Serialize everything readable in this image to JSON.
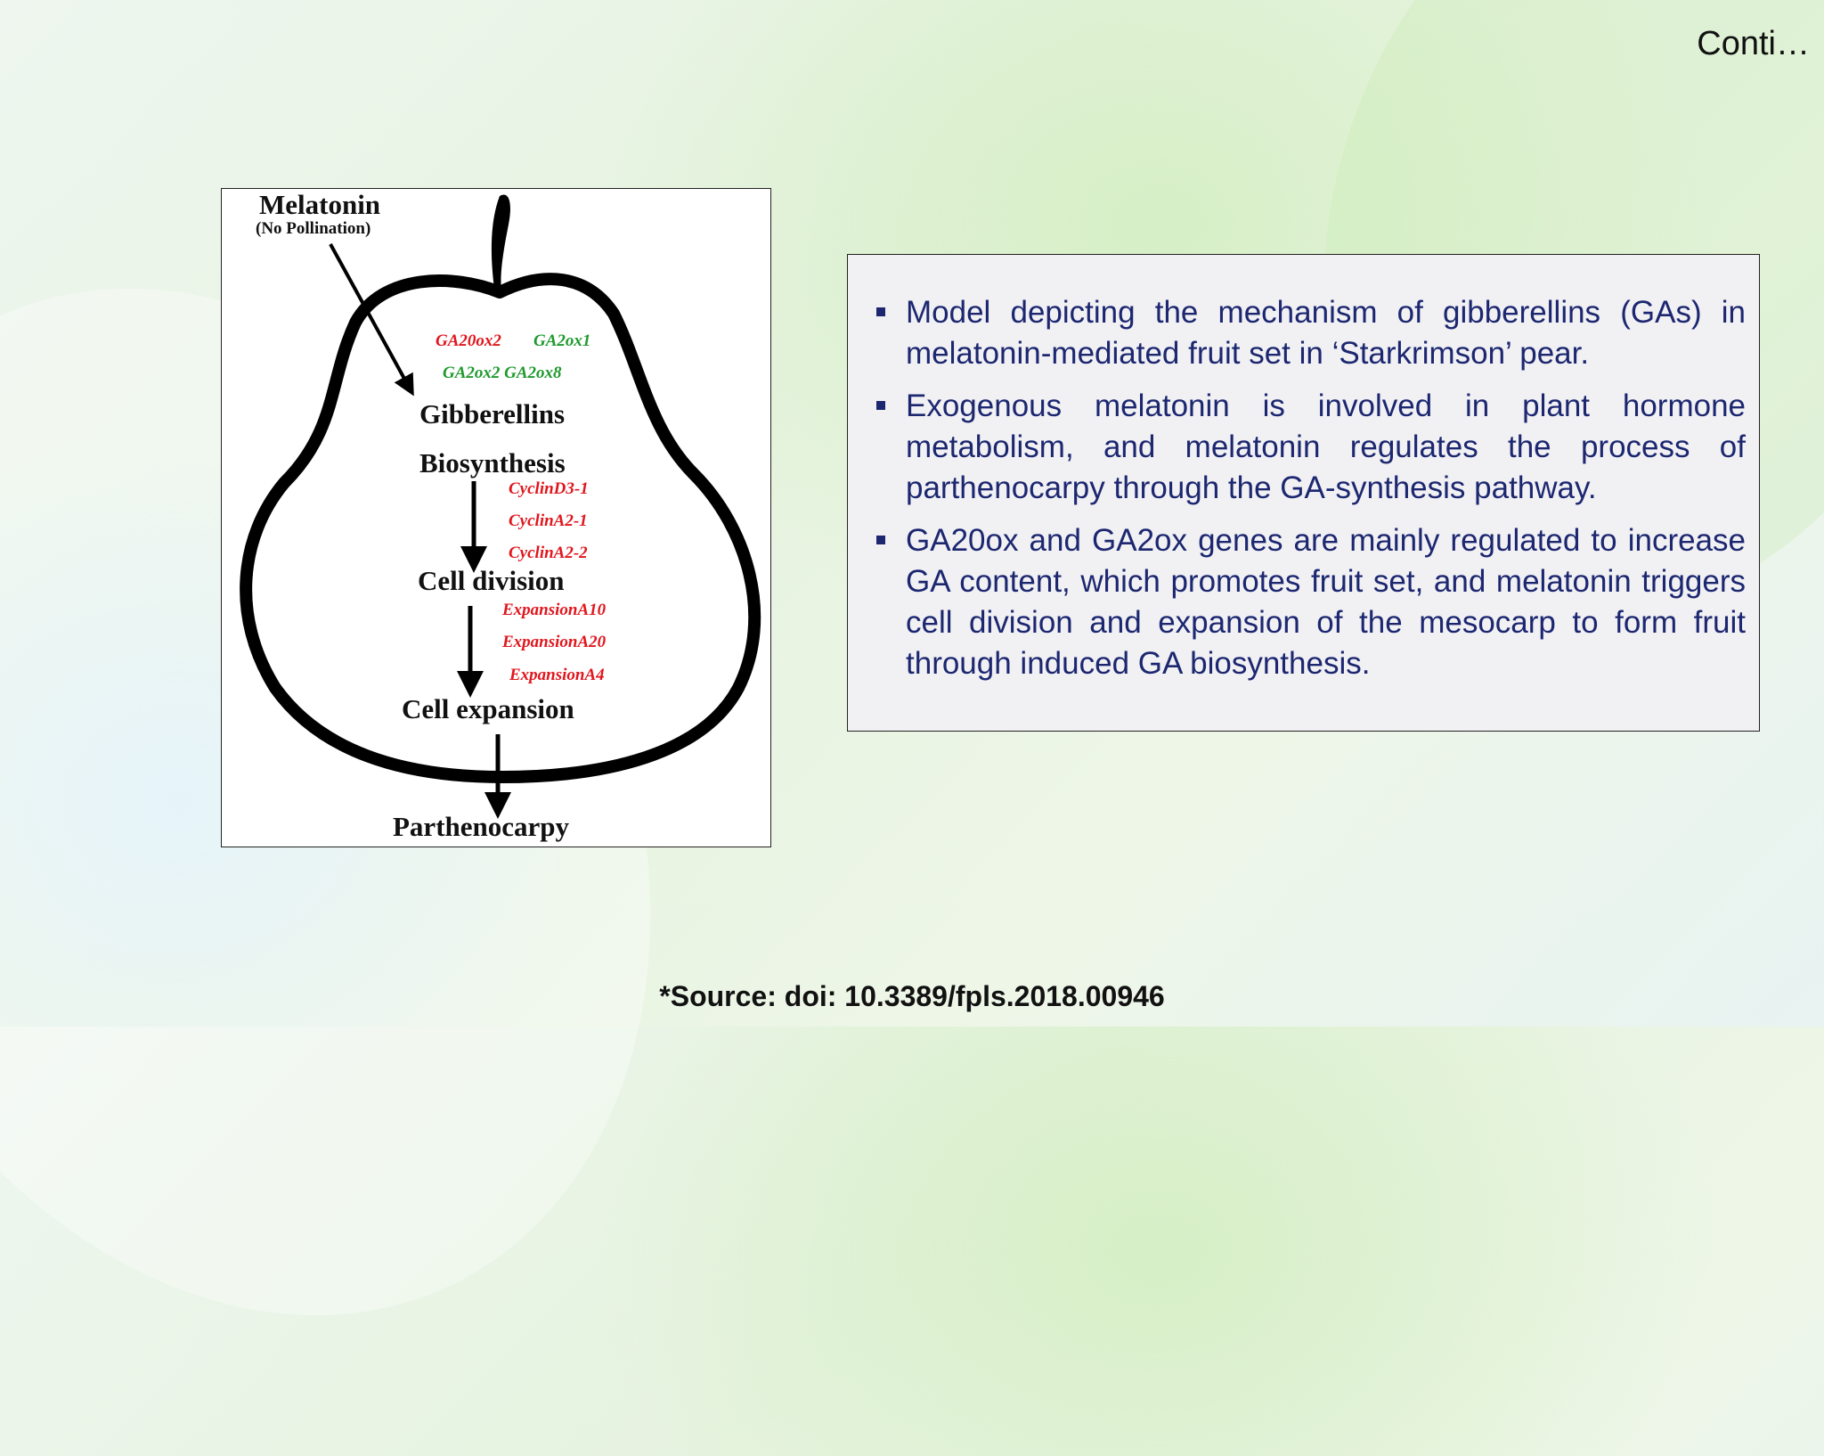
{
  "header": {
    "conti": "Conti…"
  },
  "figure": {
    "melatonin": "Melatonin",
    "no_pollination": "(No Pollination)",
    "genes_row1_red": "GA20ox2",
    "genes_row1_green": "GA2ox1",
    "genes_row2_green": "GA2ox2 GA2ox8",
    "gibberellins": "Gibberellins",
    "biosynthesis": "Biosynthesis",
    "cyclin_genes": [
      "CyclinD3-1",
      "CyclinA2-1",
      "CyclinA2-2"
    ],
    "cell_division": "Cell division",
    "expansion_genes": [
      "ExpansionA10",
      "ExpansionA20",
      "ExpansionA4"
    ],
    "cell_expansion": "Cell expansion",
    "parthenocarpy": "Parthenocarpy",
    "colors": {
      "red": "#e0161d",
      "green": "#1f9a2e",
      "outline": "#000000"
    }
  },
  "bullets": [
    "Model depicting the mechanism of gibberellins (GAs) in melatonin-mediated fruit set in ‘Starkrimson’ pear.",
    "Exogenous melatonin is involved in plant hormone metabolism, and melatonin regulates the process of parthenocarpy through the GA-synthesis pathway.",
    "GA20ox and GA2ox genes are mainly regulated to increase GA content, which promotes fruit set, and melatonin triggers cell division and expansion of the mesocarp to form fruit through induced GA biosynthesis."
  ],
  "footer": {
    "source": "*Source: doi: 10.3389/fpls.2018.00946"
  },
  "theme": {
    "text_blue": "#1c2770",
    "box_bg": "#f1f1f4"
  }
}
